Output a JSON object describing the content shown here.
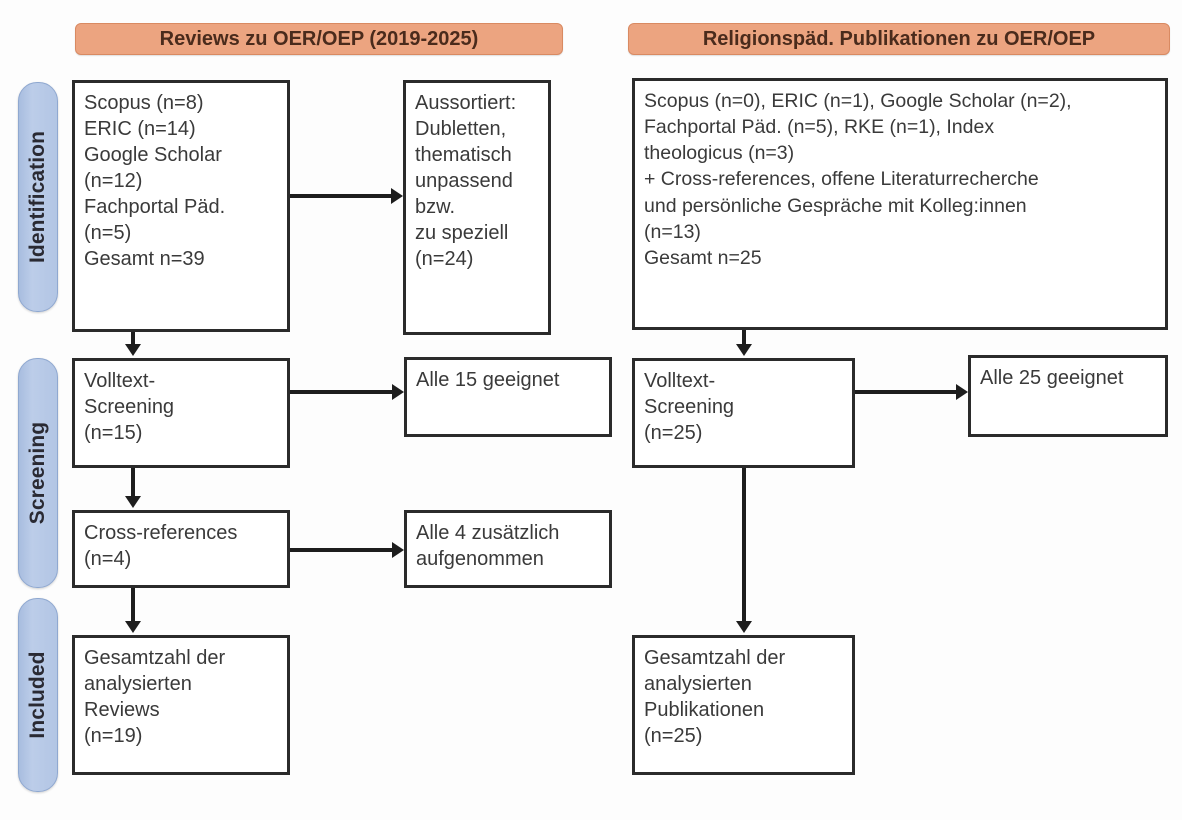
{
  "phases": [
    {
      "label": "Identification"
    },
    {
      "label": "Screening"
    },
    {
      "label": "Included"
    }
  ],
  "columns": [
    {
      "header": "Reviews zu OER/OEP (2019-2025)"
    },
    {
      "header": "Religionspäd. Publikationen zu OER/OEP"
    }
  ],
  "boxes": {
    "left_identification_sources": "Scopus (n=8)\nERIC (n=14)\nGoogle Scholar\n(n=12)\nFachportal Päd.\n(n=5)\nGesamt n=39",
    "left_excluded": "Aussortiert:\nDubletten,\nthematisch\nunpassend bzw.\nzu speziell\n(n=24)",
    "left_fulltext_screening": "Volltext-\nScreening\n(n=15)",
    "left_fulltext_result": "Alle 15 geeignet",
    "left_cross_references": "Cross-references\n(n=4)",
    "left_cross_result": "Alle 4 zusätzlich\naufgenommen",
    "left_included_total": "Gesamtzahl der\nanalysierten\nReviews\n(n=19)",
    "right_identification_sources": "Scopus (n=0), ERIC (n=1), Google Scholar (n=2),\nFachportal Päd. (n=5), RKE (n=1), Index\ntheologicus (n=3)\n+ Cross-references, offene Literaturrecherche\nund persönliche Gespräche mit Kolleg:innen\n(n=13)\nGesamt n=25",
    "right_fulltext_screening": "Volltext-\nScreening\n(n=25)",
    "right_fulltext_result": "Alle 25 geeignet",
    "right_included_total": "Gesamtzahl der\nanalysierten\nPublikationen\n(n=25)"
  },
  "colors": {
    "header_banner": "#eca480",
    "phase_pill": "#b2c5e4",
    "box_border": "#2b2b2b",
    "connector": "#1d1d1d",
    "box_text": "#3a3a3a"
  }
}
